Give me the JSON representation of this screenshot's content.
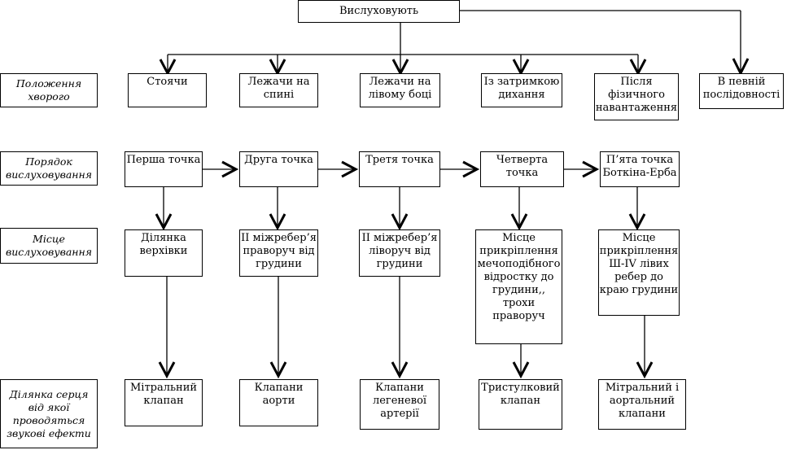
{
  "top": "Вислуховують",
  "rows": {
    "position": "Положення\nхворого",
    "order": "Порядок\nвислуховування",
    "place": "Місце\nвислуховування",
    "area": "Ділянка серця\nвід якої\nпроводяться\nзвукові ефекти"
  },
  "positions": [
    "Стоячи",
    "Лежачи на\nспині",
    "Лежачи на\nлівому боці",
    "Із затримкою\nдихання",
    "Після\nфізичного\nнавантаження",
    "В певній\nпослідовності"
  ],
  "points": [
    "Перша точка",
    "Друга точка",
    "Третя точка",
    "Четверта\nточка",
    "П’ята точка\nБоткіна-Ерба"
  ],
  "places": [
    "Ділянка\nверхівки",
    "ІІ міжребер’я\nправоруч від\nгрудини",
    "ІІ міжребер’я\nліворуч від\nгрудини",
    "Місце\nприкріплення\nмечоподібного\nвідростку до\nгрудини,,\nтрохи\nправоруч",
    "Місце\nприкріплення\nШ-ІV лівих\nребер до\nкраю грудини"
  ],
  "valves": [
    "Мітральний\nклапан",
    "Клапани\nаорти",
    "Клапани\nлегеневої\nартерії",
    "Тристулковий\nклапан",
    "Мітральний і\nаортальний\nклапани"
  ]
}
